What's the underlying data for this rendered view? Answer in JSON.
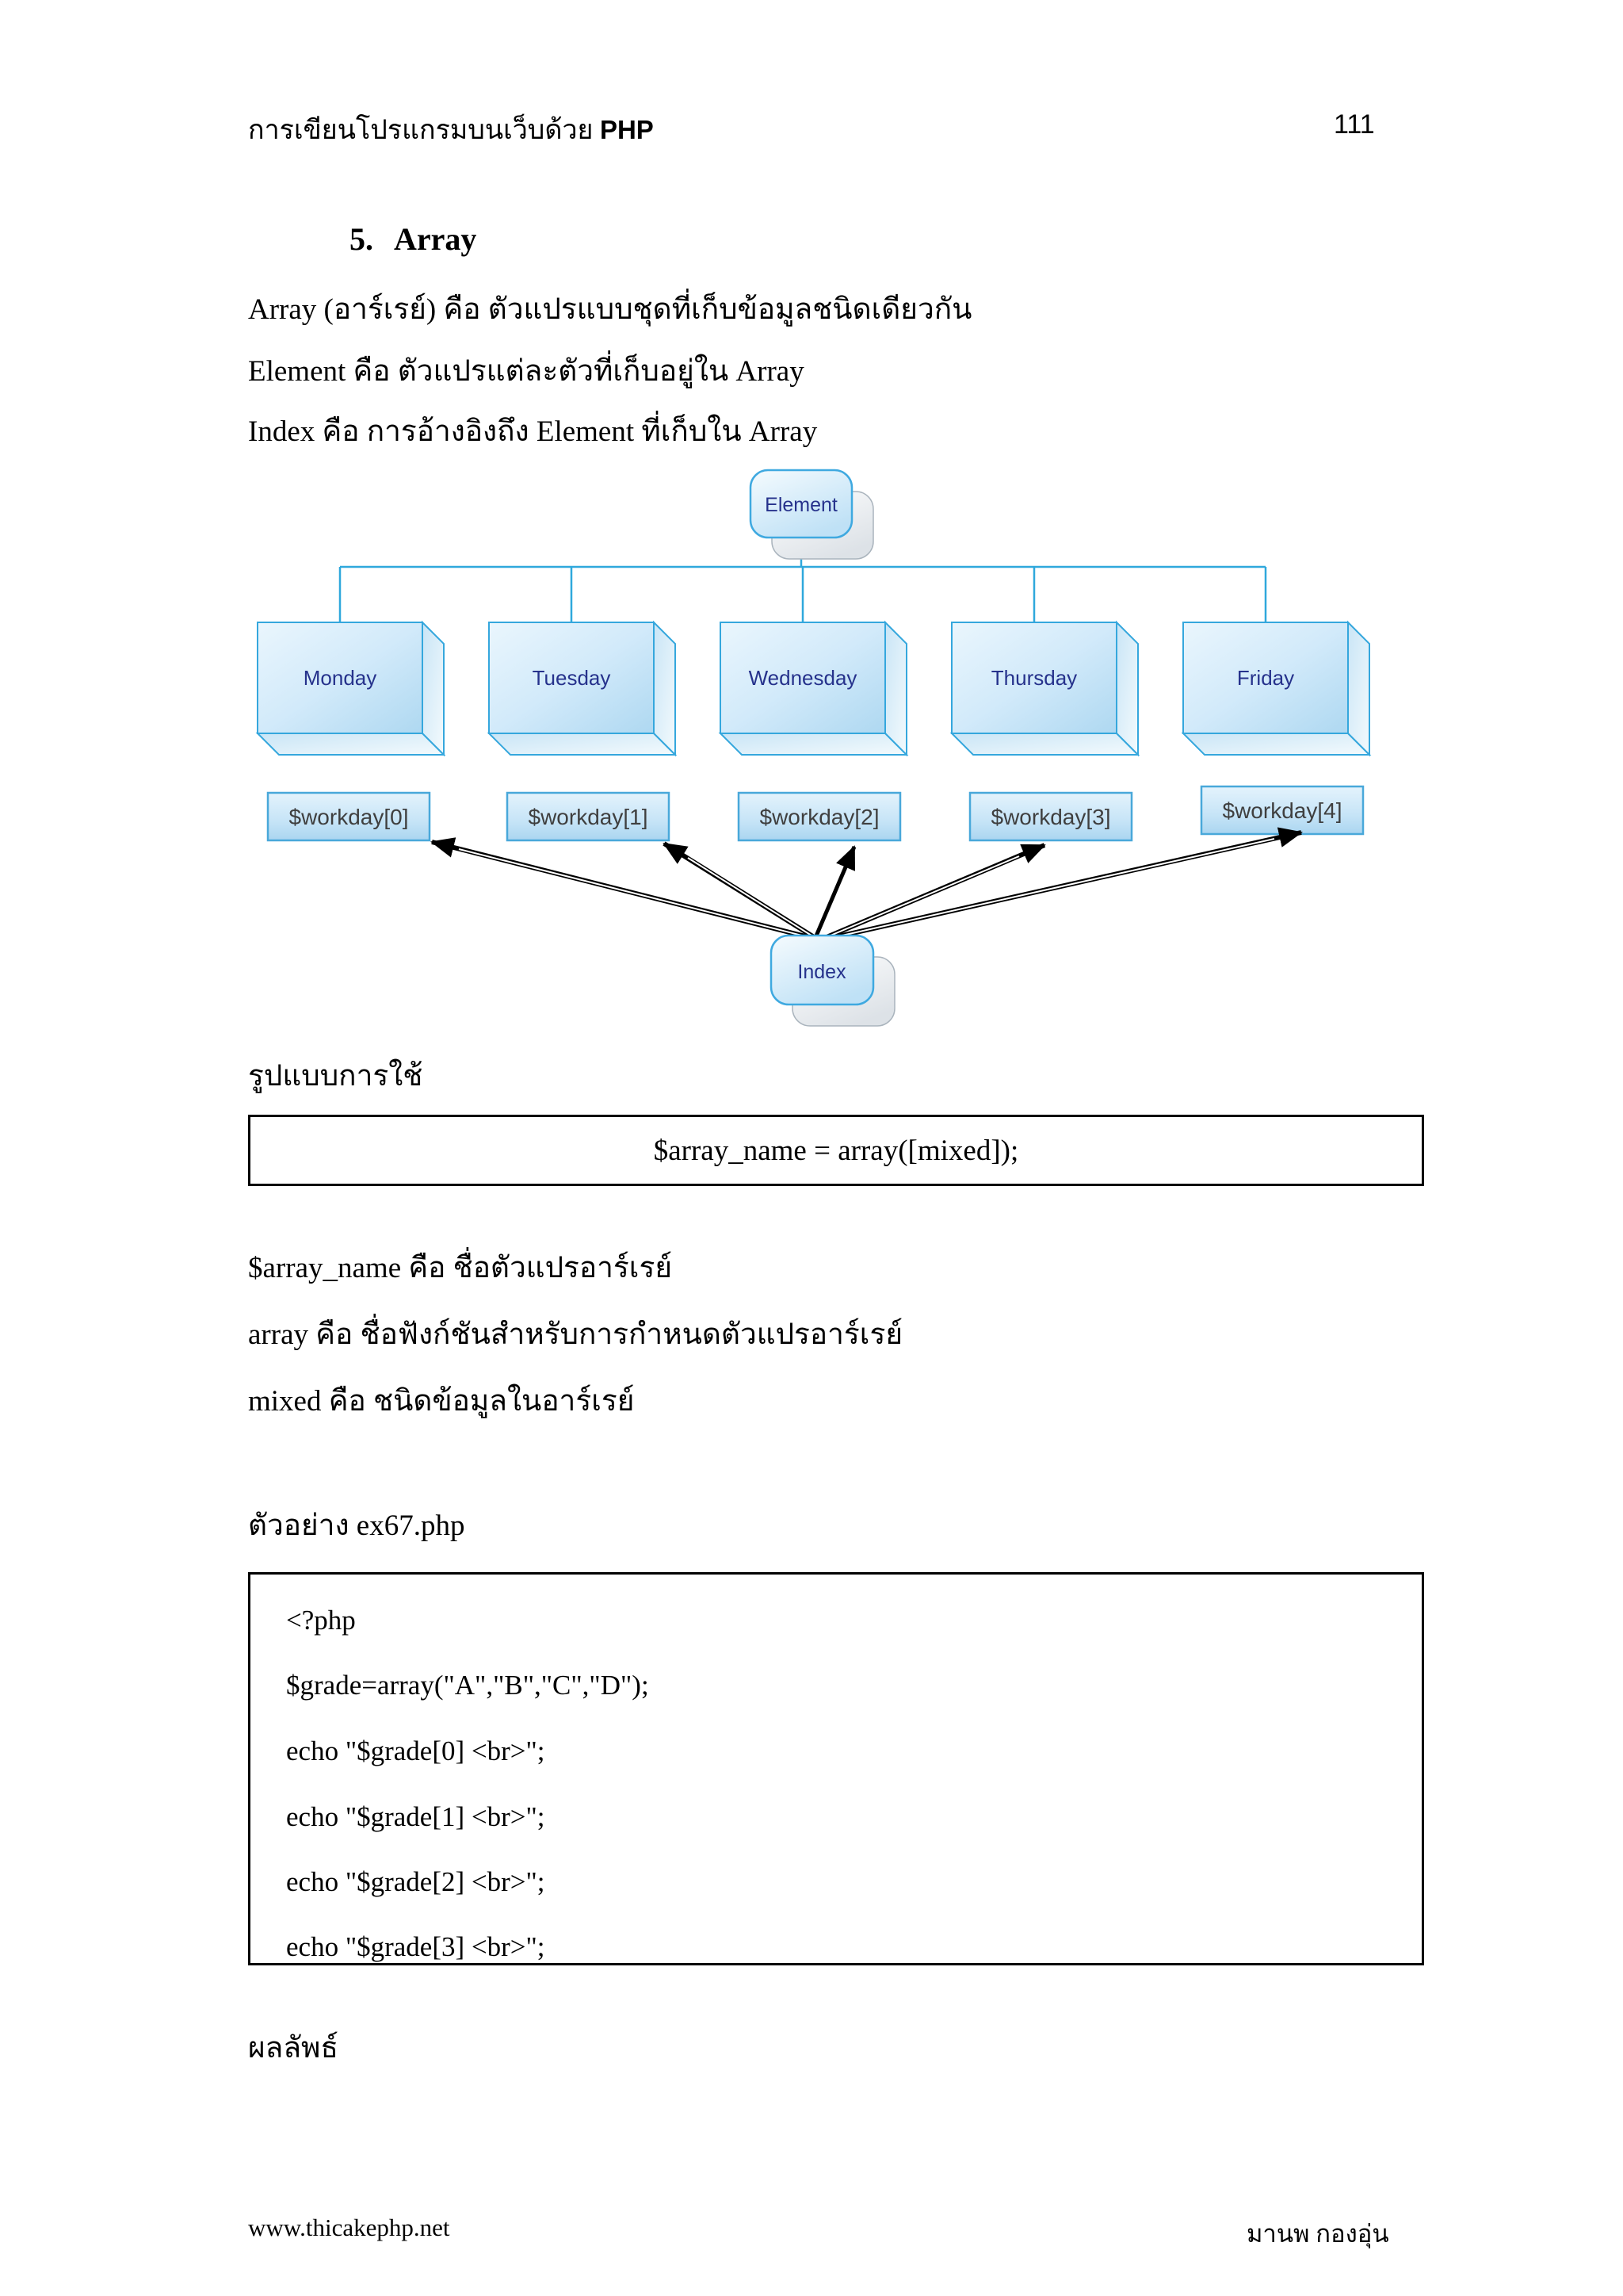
{
  "colors": {
    "diagram_border_blue": "#35a7dd",
    "diagram_fill_light": "#e9f5fd",
    "diagram_fill_mid": "#b5dcf3",
    "diagram_label_navy": "#26328c",
    "workday_text_gray": "#3f3f3f",
    "arrow_black": "#000000"
  },
  "header": {
    "title_thai": "การเขียนโปรแกรมบนเว็บด้วย",
    "title_bold": "PHP",
    "page_number": "111"
  },
  "section": {
    "number": "5.",
    "title": "Array"
  },
  "intro": {
    "line1": "Array (อาร์เรย์) คือ ตัวแปรแบบชุดที่เก็บข้อมูลชนิดเดียวกัน",
    "line2": "Element คือ ตัวแปรแต่ละตัวที่เก็บอยู่ใน Array",
    "line3": "Index คือ การอ้างอิงถึง Element ที่เก็บใน Array"
  },
  "diagram": {
    "root_label": "Element",
    "days": [
      "Monday",
      "Tuesday",
      "Wednesday",
      "Thursday",
      "Friday"
    ],
    "workdays": [
      "$workday[0]",
      "$workday[1]",
      "$workday[2]",
      "$workday[3]",
      "$workday[4]"
    ],
    "index_label": "Index"
  },
  "usage": {
    "heading": "รูปแบบการใช้",
    "syntax": "$array_name = array([mixed]);"
  },
  "definitions": {
    "line1": "$array_name คือ ชื่อตัวแปรอาร์เรย์",
    "line2": "array คือ ชื่อฟังก์ชันสำหรับการกำหนดตัวแปรอาร์เรย์",
    "line3": "mixed คือ ชนิดข้อมูลในอาร์เรย์"
  },
  "example": {
    "heading": "ตัวอย่าง ex67.php",
    "code": {
      "line1": "<?php",
      "line2": "$grade=array(\"A\",\"B\",\"C\",\"D\");",
      "line3": "echo \"$grade[0] <br>\";",
      "line4": "echo \"$grade[1] <br>\";",
      "line5": "echo \"$grade[2] <br>\";",
      "line6": "echo \"$grade[3] <br>\";"
    }
  },
  "result": {
    "heading": "ผลลัพธ์"
  },
  "footer": {
    "site": "www.thicakephp.net",
    "author": "มานพ กองอุ่น"
  }
}
